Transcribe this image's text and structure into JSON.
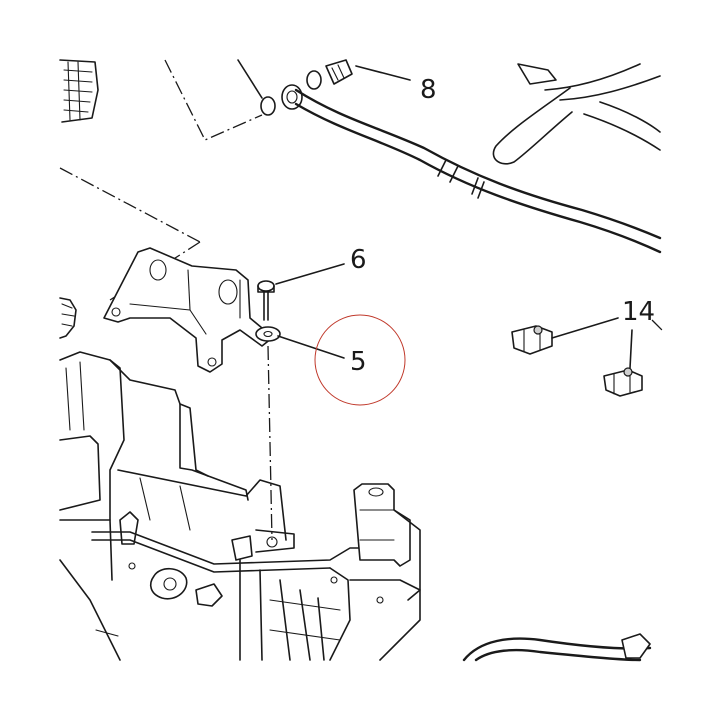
{
  "diagram": {
    "callouts": [
      {
        "id": "8",
        "label": "8"
      },
      {
        "id": "6",
        "label": "6"
      },
      {
        "id": "5",
        "label": "5"
      },
      {
        "id": "14",
        "label": "14"
      }
    ],
    "highlight_color": "#c0392b"
  }
}
